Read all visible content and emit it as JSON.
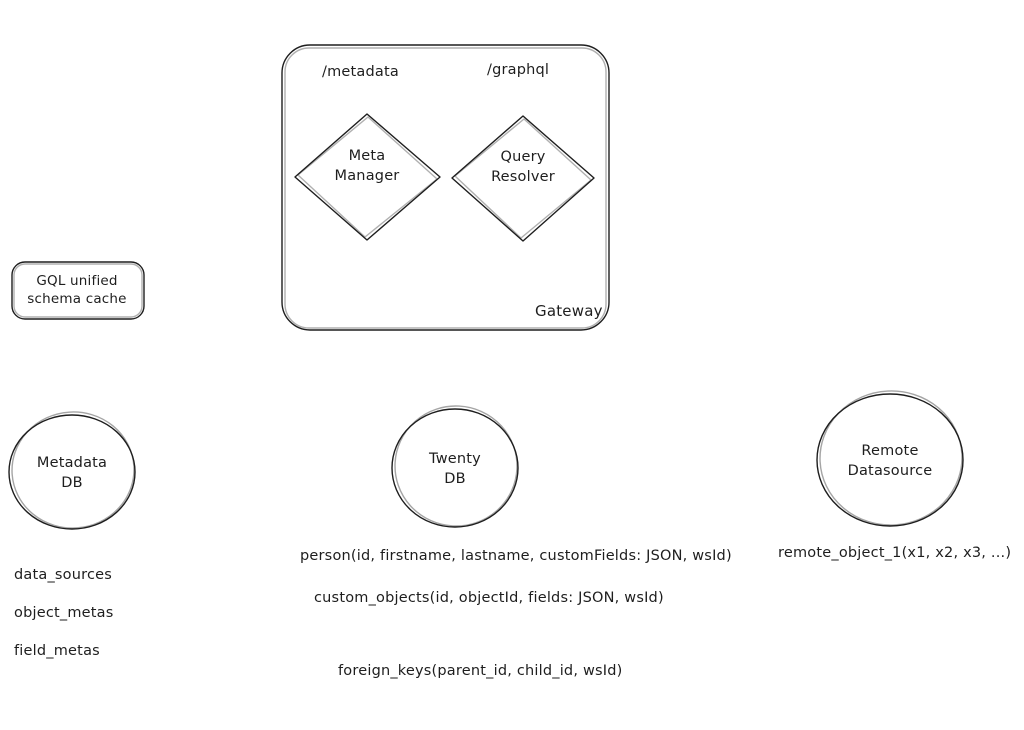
{
  "colors": {
    "stroke": "#1e1e1e",
    "background": "#ffffff"
  },
  "gateway": {
    "label": "Gateway",
    "endpoint_metadata": "/metadata",
    "endpoint_graphql": "/graphql",
    "meta_manager_label": "Meta\nManager",
    "query_resolver_label": "Query\nResolver"
  },
  "schema_cache": {
    "label": "GQL unified\nschema cache"
  },
  "metadata_db": {
    "label": "Metadata\nDB",
    "tables": [
      "data_sources",
      "object_metas",
      "field_metas"
    ]
  },
  "twenty_db": {
    "label": "Twenty\nDB",
    "table_person": "person(id, firstname, lastname, customFields: JSON, wsId)",
    "table_custom_objects": "custom_objects(id, objectId, fields: JSON, wsId)",
    "table_foreign_keys": "foreign_keys(parent_id, child_id, wsId)"
  },
  "remote_datasource": {
    "label": "Remote\nDatasource",
    "table": "remote_object_1(x1, x2, x3, ...)"
  }
}
